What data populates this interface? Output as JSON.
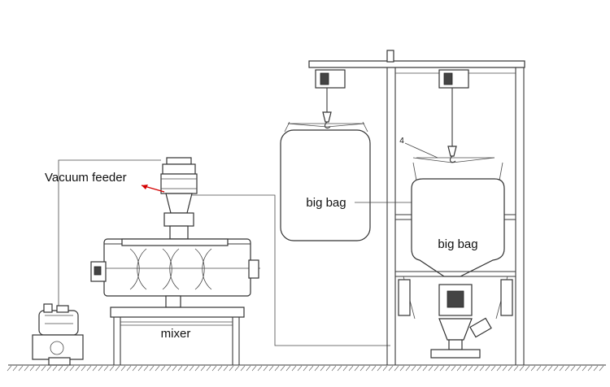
{
  "labels": {
    "vacuum_feeder": "Vacuum feeder",
    "mixer": "mixer",
    "big_bag_left": "big bag",
    "big_bag_right": "big bag",
    "callout_number": "4"
  },
  "colors": {
    "line": "#3a3a3a",
    "pointer_arrow": "#d40000",
    "ground_hatch": "#6a6a6a",
    "background": "#ffffff"
  }
}
